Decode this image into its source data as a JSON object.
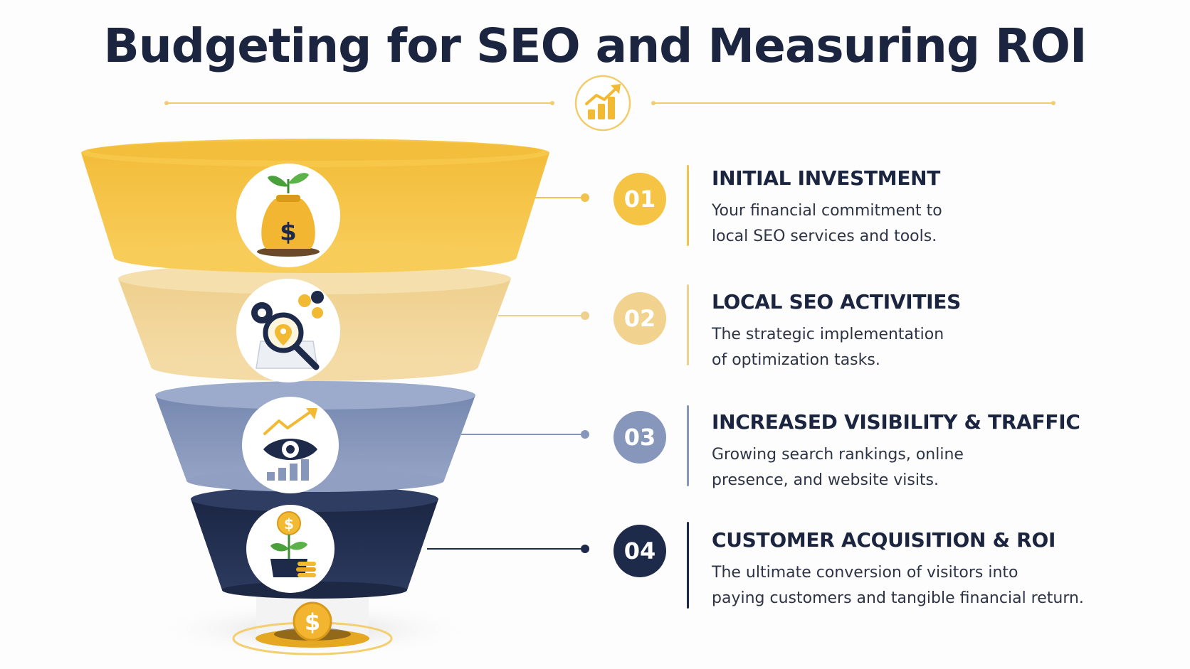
{
  "title": "Budgeting for SEO and Measuring ROI",
  "header_icon": "bar-chart-growth-icon",
  "colors": {
    "navy": "#1e2a4a",
    "gold": "#f6c444",
    "sand": "#f1d28f",
    "slate": "#8797bb",
    "text": "#2e3446"
  },
  "steps": [
    {
      "number": "01",
      "title": "INITIAL INVESTMENT",
      "desc_lines": [
        "Your financial commitment to",
        "local SEO services and tools."
      ],
      "icon": "money-bag-sprout-icon"
    },
    {
      "number": "02",
      "title": "LOCAL SEO ACTIVITIES",
      "desc_lines": [
        "The strategic implementation",
        "of optimization tasks."
      ],
      "icon": "magnifier-gears-icon"
    },
    {
      "number": "03",
      "title": "INCREASED VISIBILITY & TRAFFIC",
      "desc_lines": [
        "Growing search rankings, online",
        "presence, and website visits."
      ],
      "icon": "eye-growth-chart-icon"
    },
    {
      "number": "04",
      "title": "CUSTOMER ACQUISITION & ROI",
      "desc_lines": [
        "The ultimate conversion of visitors into",
        "paying customers and tangible financial return."
      ],
      "icon": "money-plant-coins-icon"
    }
  ],
  "output_icon": "dollar-coin-icon",
  "coin_symbol": "$"
}
